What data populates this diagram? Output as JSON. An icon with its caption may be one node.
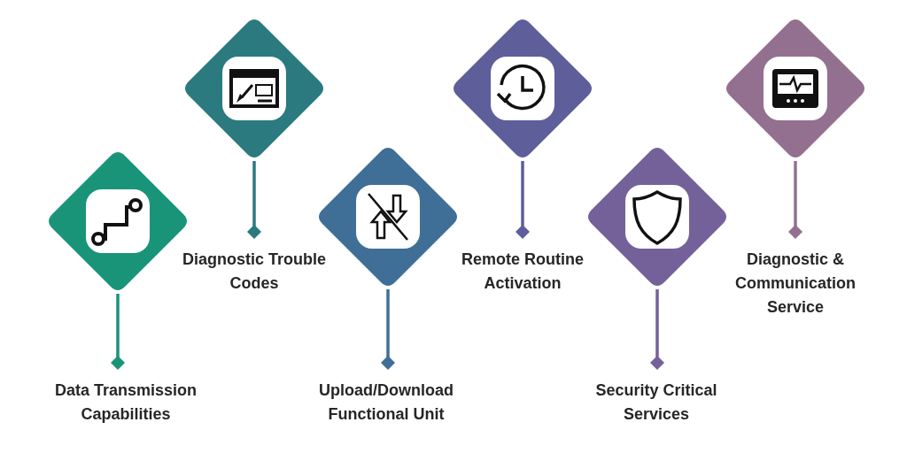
{
  "diagram": {
    "nodes": [
      {
        "text": [],
        "shape": "diamond"
      },
      {
        "text": [
          "Data Transmission Capabilities"
        ]
      },
      {
        "text": [],
        "shape": "diamond"
      },
      {
        "text": [
          "Diagnostic Trouble Codes"
        ]
      },
      {
        "text": [],
        "shape": "diamond"
      },
      {
        "text": [
          "Upload/Download Functional Unit"
        ]
      },
      {
        "text": [],
        "shape": "diamond"
      },
      {
        "text": [
          "Remote Routine Activation"
        ]
      },
      {
        "text": [],
        "shape": "diamond"
      },
      {
        "text": [
          "Security Critical Services"
        ]
      },
      {
        "text": [],
        "shape": "diamond"
      },
      {
        "text": [
          "Diagnostic & Communication Service"
        ]
      }
    ],
    "edges": [
      {
        "from": 0,
        "to": 1,
        "arrow": "other",
        "color": "#1a9479"
      },
      {
        "from": 2,
        "to": 3,
        "arrow": "other",
        "color": "#2a7a80"
      },
      {
        "from": 4,
        "to": 5,
        "arrow": "other",
        "color": "#3f6f96"
      },
      {
        "from": 6,
        "to": 7,
        "arrow": "other",
        "color": "#5d5e9a"
      },
      {
        "from": 8,
        "to": 9,
        "arrow": "other",
        "color": "#74619a"
      },
      {
        "from": 10,
        "to": 11,
        "arrow": "other",
        "color": "#93708f"
      }
    ]
  }
}
